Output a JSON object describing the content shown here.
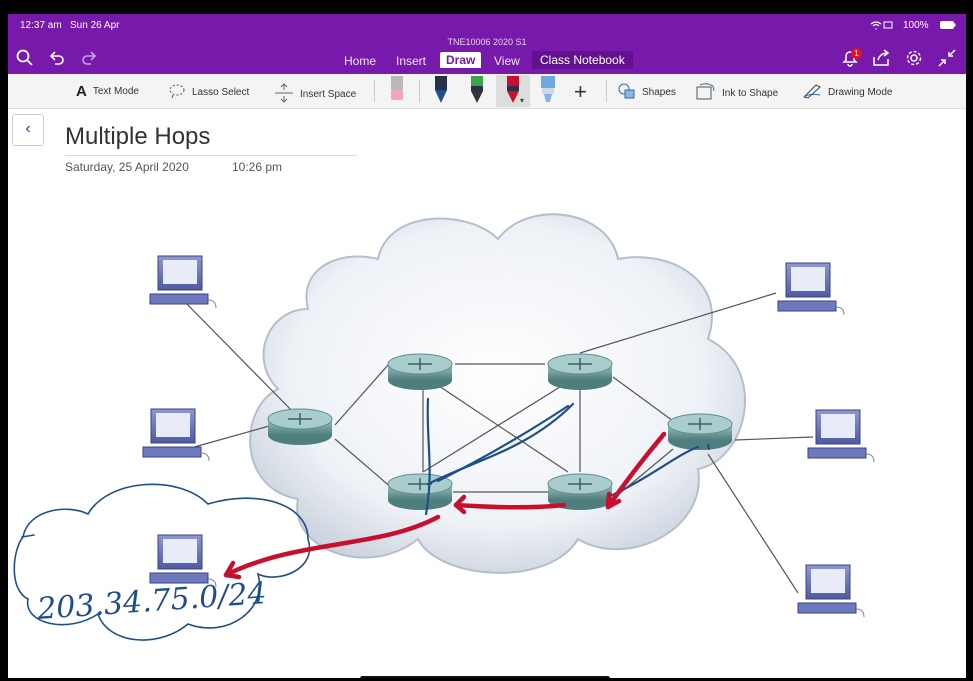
{
  "status": {
    "time": "12:37 am",
    "date": "Sun 26 Apr",
    "battery": "100%"
  },
  "app": {
    "document_title": "TNE10006 2020 S1",
    "notification_count": "1"
  },
  "tabs": [
    "Home",
    "Insert",
    "Draw",
    "View",
    "Class Notebook"
  ],
  "ribbon": {
    "text_mode": "Text Mode",
    "lasso_select": "Lasso Select",
    "insert_space": "Insert Space",
    "shapes": "Shapes",
    "ink_to_shape": "Ink to Shape",
    "drawing_mode": "Drawing Mode"
  },
  "page": {
    "title": "Multiple Hops",
    "date": "Saturday, 25 April 2020",
    "time": "10:26 pm"
  },
  "ink": {
    "handwritten_note": "203.34.75.0/24"
  },
  "colors": {
    "accent": "#7719aa",
    "red_ink": "#c8102e",
    "blue_ink": "#1f4f8b"
  }
}
